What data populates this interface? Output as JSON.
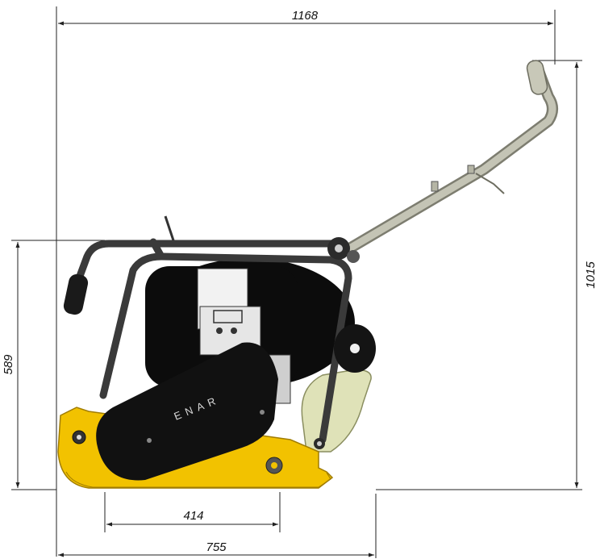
{
  "dimensions": {
    "overall_length": "1168",
    "overall_height": "1015",
    "frame_height": "589",
    "plate_width": "755",
    "contact_length": "414"
  },
  "machine": {
    "brand_label": "ENAR"
  },
  "colors": {
    "plate_yellow": "#f2c200",
    "plate_edge": "#b08a00",
    "frame_dark": "#3a3a3a",
    "engine_black": "#0c0c0c",
    "handle_grey": "#a9a99a",
    "guard_green": "#d8dcb0",
    "dimension_line": "#222222"
  }
}
